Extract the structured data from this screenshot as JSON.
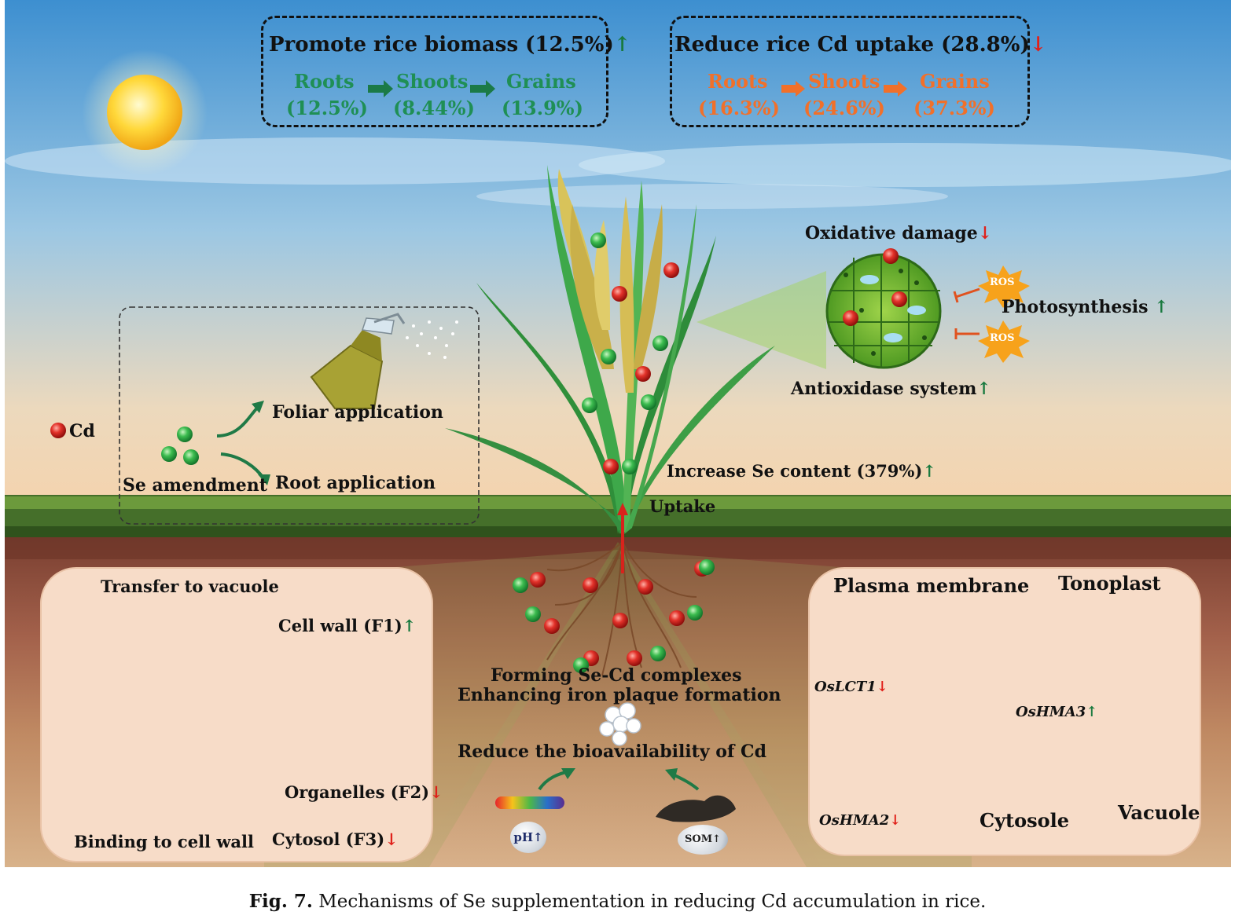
{
  "top_left_box": {
    "title": "Promote rice biomass (12.5%)",
    "arrow": "↑",
    "items": [
      {
        "name": "Roots",
        "value": "(12.5%)"
      },
      {
        "name": "Shoots",
        "value": "(8.44%)"
      },
      {
        "name": "Grains",
        "value": "(13.9%)"
      }
    ]
  },
  "top_right_box": {
    "title": "Reduce rice Cd uptake (28.8%)",
    "arrow": "↓",
    "items": [
      {
        "name": "Roots",
        "value": "(16.3%)"
      },
      {
        "name": "Shoots",
        "value": "(24.6%)"
      },
      {
        "name": "Grains",
        "value": "(37.3%)"
      }
    ]
  },
  "leaf_panel": {
    "oxidative": "Oxidative damage",
    "photosynthesis": "Photosynthesis",
    "antioxidase": "Antioxidase system",
    "ros": "ROS"
  },
  "legend": {
    "cd": "Cd"
  },
  "application": {
    "foliar": "Foliar application",
    "se_amendment": "Se amendment",
    "root": "Root application"
  },
  "plant": {
    "se_content": "Increase Se content (379%)",
    "uptake": "Uptake"
  },
  "soil_center": {
    "line1": "Forming Se-Cd complexes",
    "line2": "Enhancing iron plaque formation",
    "line3": "Reduce the bioavailability of Cd",
    "ph": "pH",
    "som": "SOM"
  },
  "cell_panel": {
    "transfer": "Transfer to vacuole",
    "cell_wall": "Cell wall (F1)",
    "organelles": "Organelles (F2)",
    "binding": "Binding to cell wall",
    "cytosol": "Cytosol (F3)"
  },
  "membrane_panel": {
    "plasma": "Plasma membrane",
    "tonoplast": "Tonoplast",
    "oslct1": "OsLCT1",
    "oshma3": "OsHMA3",
    "oshma2": "OsHMA2",
    "cytosole": "Cytosole",
    "vacuole": "Vacuole"
  },
  "caption": {
    "label": "Fig. 7.",
    "text": "Mechanisms of Se supplementation in reducing Cd accumulation in rice."
  },
  "colors": {
    "sky_top": "#3d8fd0",
    "sky_bottom": "#f5d9b0",
    "grass": "#3f7a2a",
    "soil": "#8a4a3a",
    "cd": "#d3221e",
    "se": "#2fa84a",
    "up_arrow": "#197a3f",
    "down_arrow": "#e0201a"
  }
}
